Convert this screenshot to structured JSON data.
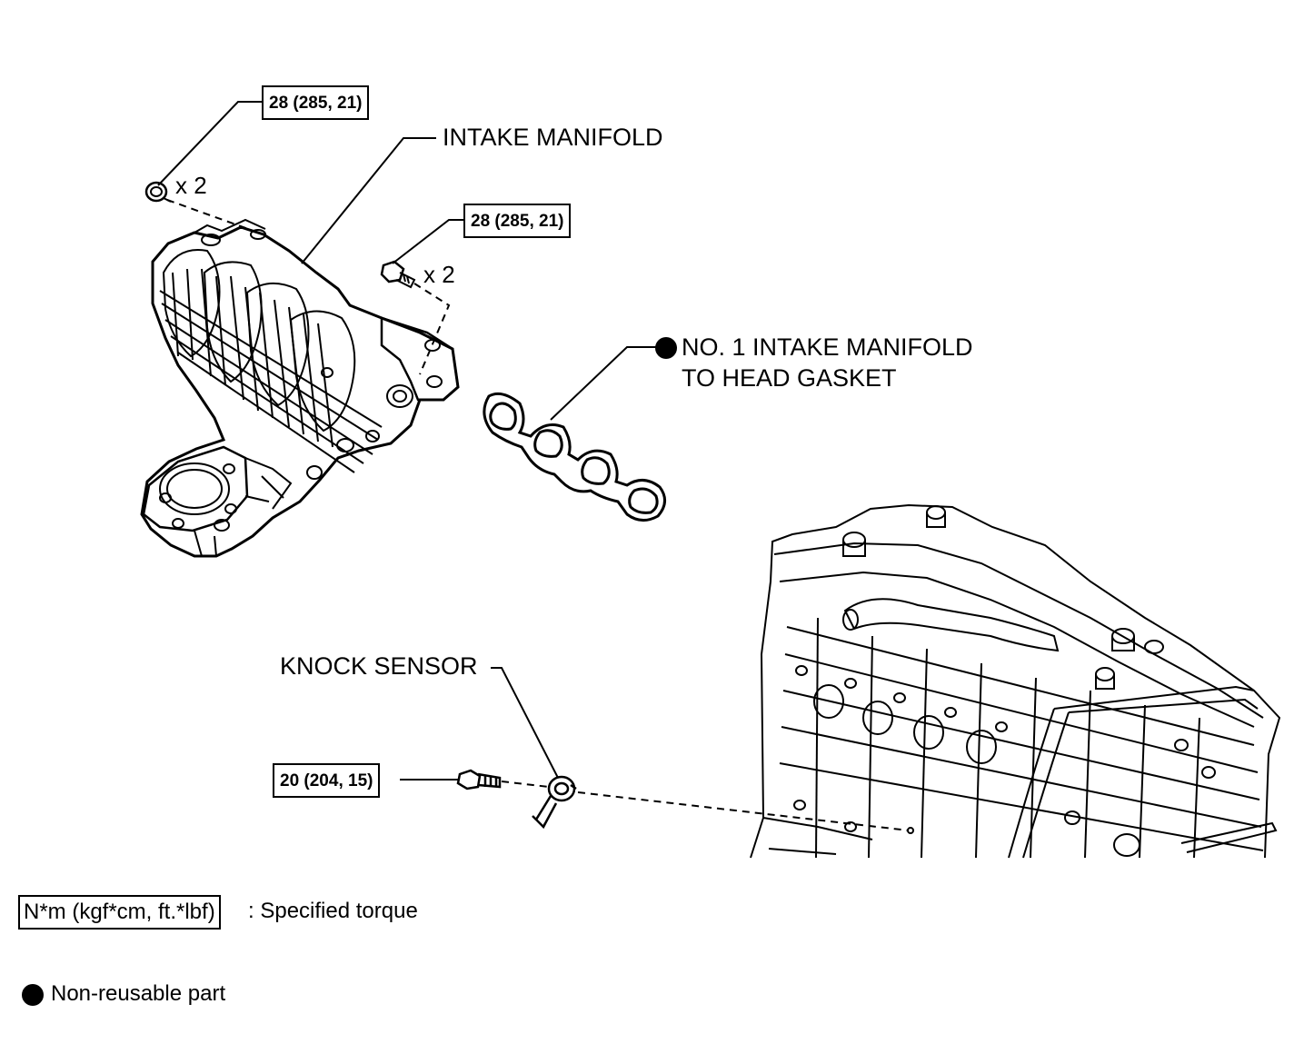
{
  "torque": {
    "manifold_upper": "28 (285, 21)",
    "manifold_lower": "28 (285, 21)",
    "knock_sensor_bolt": "20 (204, 15)"
  },
  "quantities": {
    "upper_bolts": "x 2",
    "lower_bolts": "x 2"
  },
  "callouts": {
    "intake_manifold": "INTAKE MANIFOLD",
    "gasket_line1": "NO. 1 INTAKE MANIFOLD",
    "gasket_line2": "TO HEAD GASKET",
    "knock_sensor": "KNOCK SENSOR"
  },
  "legend": {
    "torque_unit": "N*m (kgf*cm, ft.*lbf)",
    "torque_desc": ": Specified torque",
    "nonreusable": "Non-reusable part"
  }
}
